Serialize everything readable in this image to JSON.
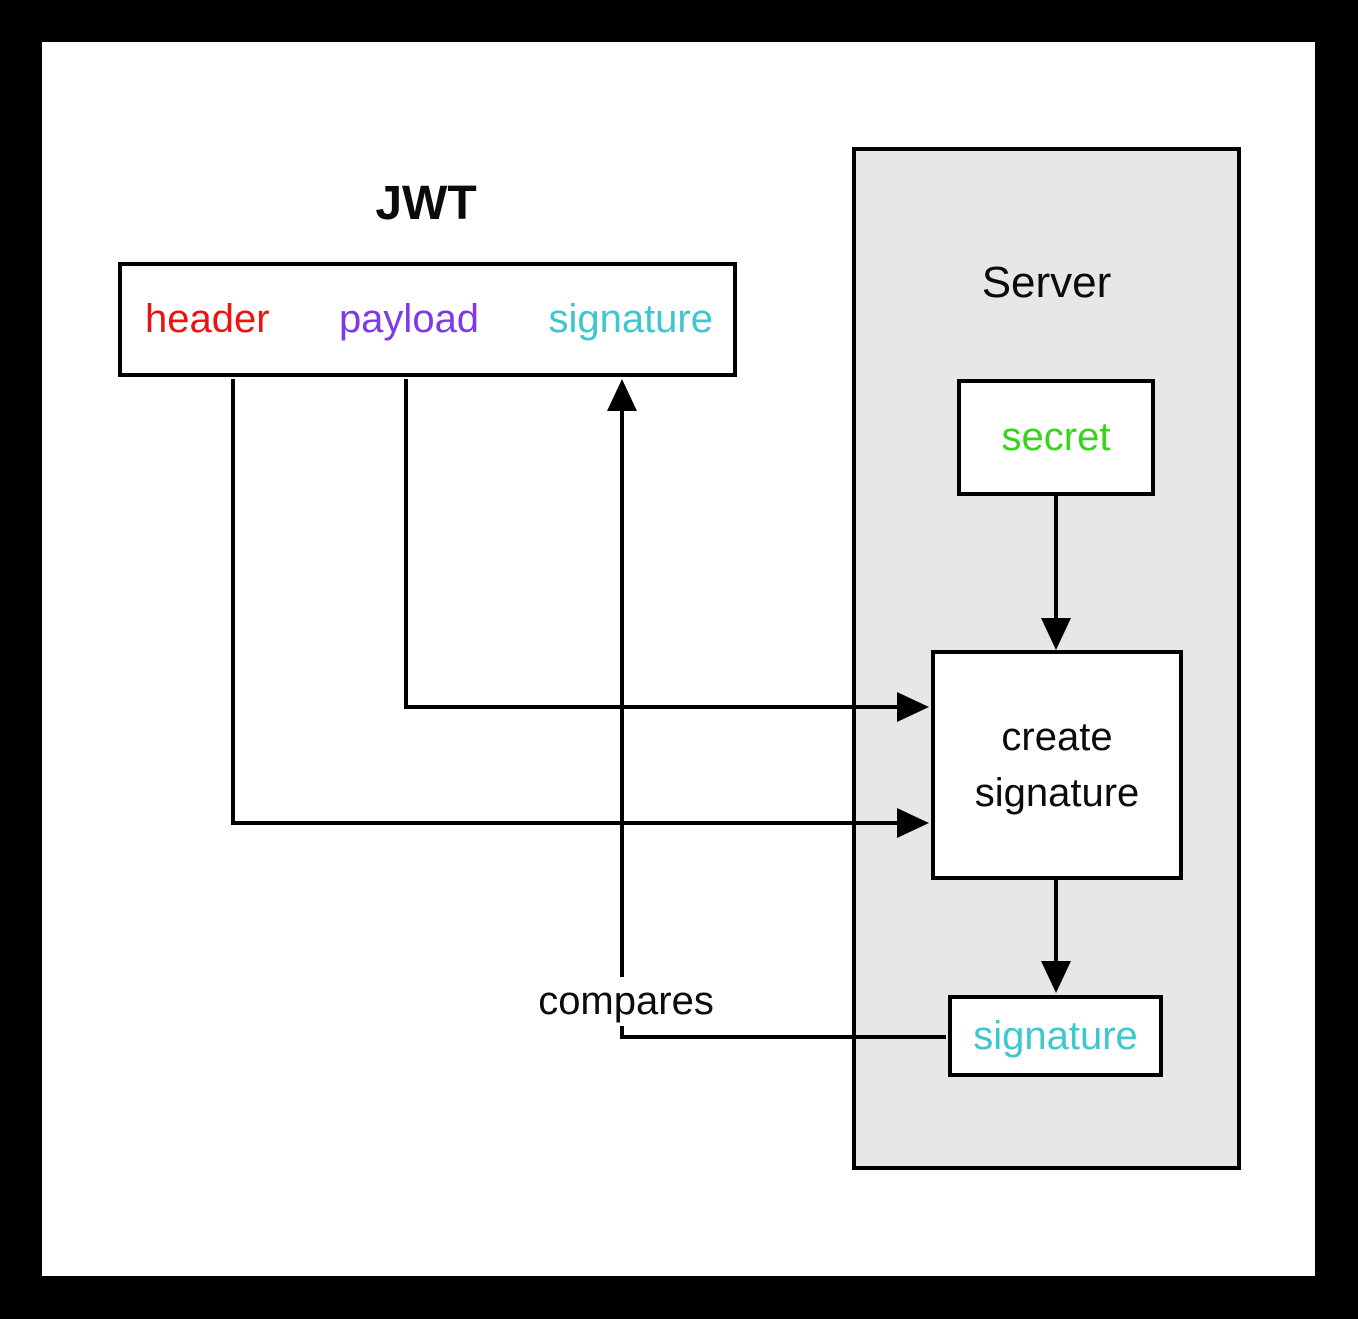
{
  "diagram": {
    "jwt": {
      "title": "JWT",
      "parts": [
        {
          "label": "header",
          "color": "#ec1313"
        },
        {
          "label": "payload",
          "color": "#7d3be8"
        },
        {
          "label": "signature",
          "color": "#3ec7cd"
        }
      ]
    },
    "server": {
      "title": "Server",
      "nodes": {
        "secret": {
          "label": "secret",
          "color": "#38d41c"
        },
        "create_signature": {
          "label": "create signature",
          "color": "#0b0b0b"
        },
        "signature": {
          "label": "signature",
          "color": "#3ec7cd"
        }
      }
    },
    "edges": {
      "compares_label": "compares"
    },
    "colors": {
      "background": "#ffffff",
      "frame": "#000000",
      "server_fill": "#e7e7e7",
      "line": "#000000"
    }
  }
}
